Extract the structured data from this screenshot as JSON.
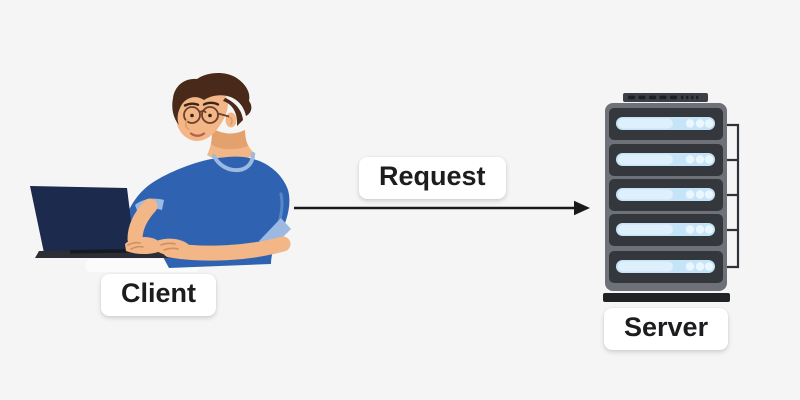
{
  "diagram": {
    "type": "client-server-request-flow",
    "background_color": "#f5f5f6",
    "client": {
      "label": "Client",
      "icon": "person-at-laptop-illustration"
    },
    "server": {
      "label": "Server",
      "icon": "server-rack-illustration",
      "rack_unit_count": 5
    },
    "arrow": {
      "label": "Request",
      "direction": "left-to-right",
      "from": "Client",
      "to": "Server",
      "icon": "right-arrow"
    },
    "colors": {
      "background": "#f5f5f6",
      "label_bg": "#ffffff",
      "label_text": "#1d1d1f",
      "arrow": "#1a1a1a",
      "skin": "#f3b687",
      "skin_shade": "#e2a16d",
      "hair": "#48291a",
      "shirt": "#2f63b2",
      "shirt_trim": "#9cb9e2",
      "laptop_screen": "#1b2a4d",
      "laptop_base": "#2b2e35",
      "server_body": "#6e7177",
      "server_slot": "#34373c",
      "server_bar": "#c6e4f8",
      "server_base": "#202226",
      "server_line": "#2f3237"
    }
  }
}
